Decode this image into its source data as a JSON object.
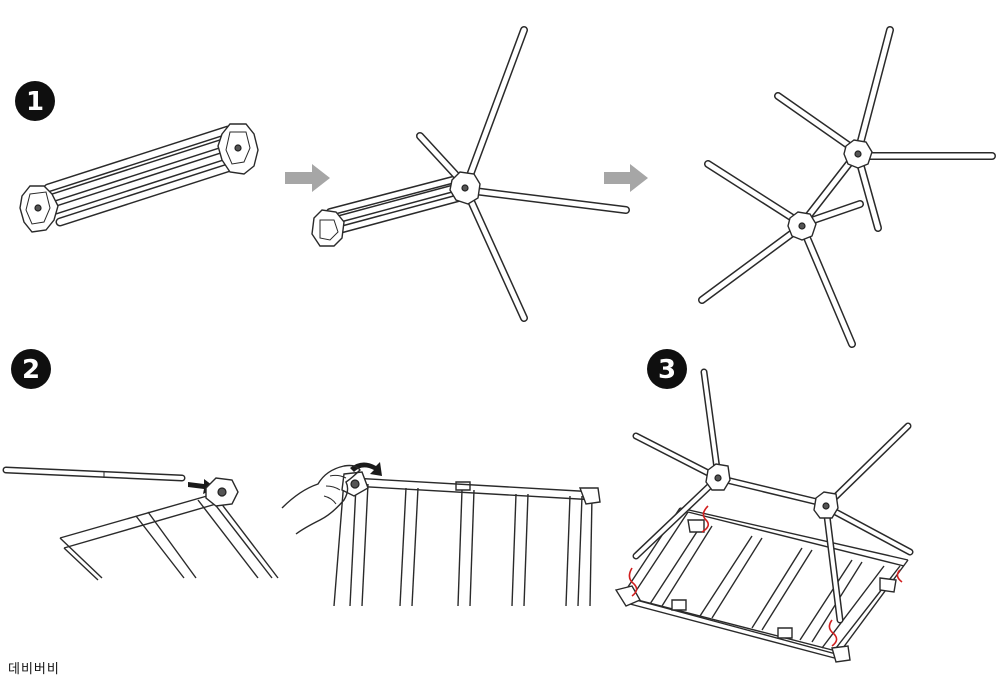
{
  "steps": [
    {
      "number": "1"
    },
    {
      "number": "2"
    },
    {
      "number": "3"
    }
  ],
  "footer": {
    "text": "데비버비"
  },
  "colors": {
    "line": "#2a2a2a",
    "badge": "#0f0f0f",
    "flow_arrow": "#a6a6a6",
    "cord": "#d21f1f"
  },
  "icons": [
    "flow-arrow-icon",
    "push-arrow-icon",
    "rotate-arrow-icon",
    "hand-icon"
  ]
}
